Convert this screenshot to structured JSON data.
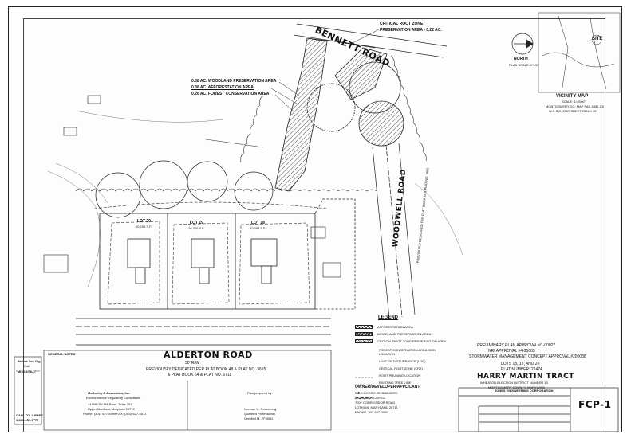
{
  "roads": {
    "bennett": "BENNETT ROAD",
    "woodwell": "WOODWELL ROAD",
    "woodwell_sub": "PREVIOUSLY DEDICATED PER PLAT BOOK 48 & PLAT NO. 3655",
    "alderton": "ALDERTON ROAD",
    "alderton_row": "50' R/W",
    "alderton_note1": "PREVIOUSLY DEDICATED PER PLAT BOOK 48 & PLAT NO. 3655",
    "alderton_note2": "& PLAT BOOK 64 & PLAT NO. 6711"
  },
  "callouts": {
    "crit_root_line1": "CRITICAL ROOT ZONE",
    "crit_root_line2": "PRESERVATION AREA - 0.22 AC.",
    "woodland": "0.88 AC. WOODLAND PRESERVATION AREA",
    "afforestation": "0.38 AC. AFFORESTATION AREA",
    "forest_cons": "0.26 AC. FOREST CONSERVATION AREA"
  },
  "lots": [
    {
      "label": "LOT 20",
      "area": "20,296 S.F."
    },
    {
      "label": "LOT 19",
      "area": "20,250 S.F."
    },
    {
      "label": "LOT 18",
      "area": "20,288 S.F."
    }
  ],
  "north": {
    "label": "NORTH",
    "scale": "PLAN SCALE: 1\"=30'"
  },
  "vicinity": {
    "title": "VICINITY MAP",
    "scale": "SCALE: 1=2000'",
    "ref1": "MONTGOMERY CO. MAP PAD 4452-C5",
    "ref2": "W.S.S.C. 2007 SHEET 20 NW 02",
    "site": "SITE"
  },
  "legend": {
    "title": "LEGEND",
    "items": [
      "AFFORESTATION AREA",
      "WOODLAND PRESERVATION AREA",
      "CRITICAL ROOT ZONE PRESERVATION AREA",
      "FOREST CONSERVATION AREA SIGN LOCATION",
      "LIMIT OF DISTURBANCE (LOD)",
      "CRITICAL ROOT ZONE (CRZ)",
      "ROOT PRUNING LOCATION",
      "EXISTING TREE LINE"
    ]
  },
  "approvals": [
    "PRELIMINARY PLAN APPROVAL #1-00027",
    "NRI APPROVAL #4-95085",
    "STORMWATER MANAGEMENT CONCEPT APPROVAL #200088"
  ],
  "tract": {
    "lots": "LOTS 18, 19, AND 20",
    "plat": "PLAT NUMBER: 22474",
    "name": "HARRY MARTIN TRACT",
    "district": "WHEATON ELECTION DISTRICT NUMBER 13",
    "county": "MONTGOMERY COUNTY, MARYLAND"
  },
  "owner": {
    "title": "OWNER/DEVELOPER/APPLICANT:",
    "lines": [
      "NICK CORSO JR. BUILDERS",
      "ATTN: NICK CORSO",
      "7007 CORREGIDOR ROAD",
      "LOTHIAN, MARYLAND 20711",
      "PHONE: 301-627-2960"
    ]
  },
  "engineer": {
    "name": "JONES ENGINEERING CORPORATION",
    "sheet": "FCP-1"
  },
  "consultant": {
    "name": "McCarthy & Associates, Inc.",
    "sub": "Environmental Regulatory Consultants",
    "addr1": "14458 Old Mill Road, Suite 201",
    "addr2": "Upper Marlboro, Maryland 20772",
    "phone": "Phone: (301) 627-5599  FAX: (301) 627-5571",
    "prep": "Plan prepared by:",
    "sig_name": "Norman G. Rosenberg",
    "sig_title": "Qualified Professional",
    "sig_cert": "Certified M.-FF-0611"
  },
  "miss_utility": {
    "head1": "Before You Dig",
    "head2": "Call",
    "name": "\"MISS UTILITY\"",
    "foot": "CALL TOLL FREE",
    "phone": "1-800-257-7777"
  },
  "general_notes_title": "GENERAL NOTES"
}
